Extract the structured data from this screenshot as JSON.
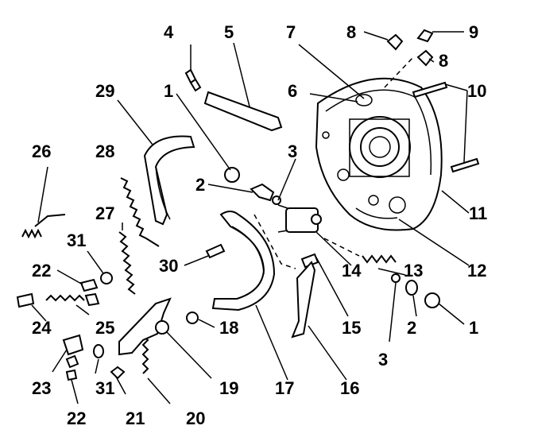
{
  "labels": {
    "n1a": "1",
    "n1b": "1",
    "n2a": "2",
    "n2b": "2",
    "n3a": "3",
    "n3b": "3",
    "n4": "4",
    "n5": "5",
    "n6": "6",
    "n7": "7",
    "n8a": "8",
    "n8b": "8",
    "n9": "9",
    "n10": "10",
    "n11": "11",
    "n12": "12",
    "n13": "13",
    "n14": "14",
    "n15": "15",
    "n16": "16",
    "n17": "17",
    "n18": "18",
    "n19": "19",
    "n20": "20",
    "n21": "21",
    "n22a": "22",
    "n22b": "22",
    "n23": "23",
    "n24": "24",
    "n25": "25",
    "n26": "26",
    "n27": "27",
    "n28": "28",
    "n29": "29",
    "n30": "30",
    "n31a": "31",
    "n31b": "31"
  }
}
